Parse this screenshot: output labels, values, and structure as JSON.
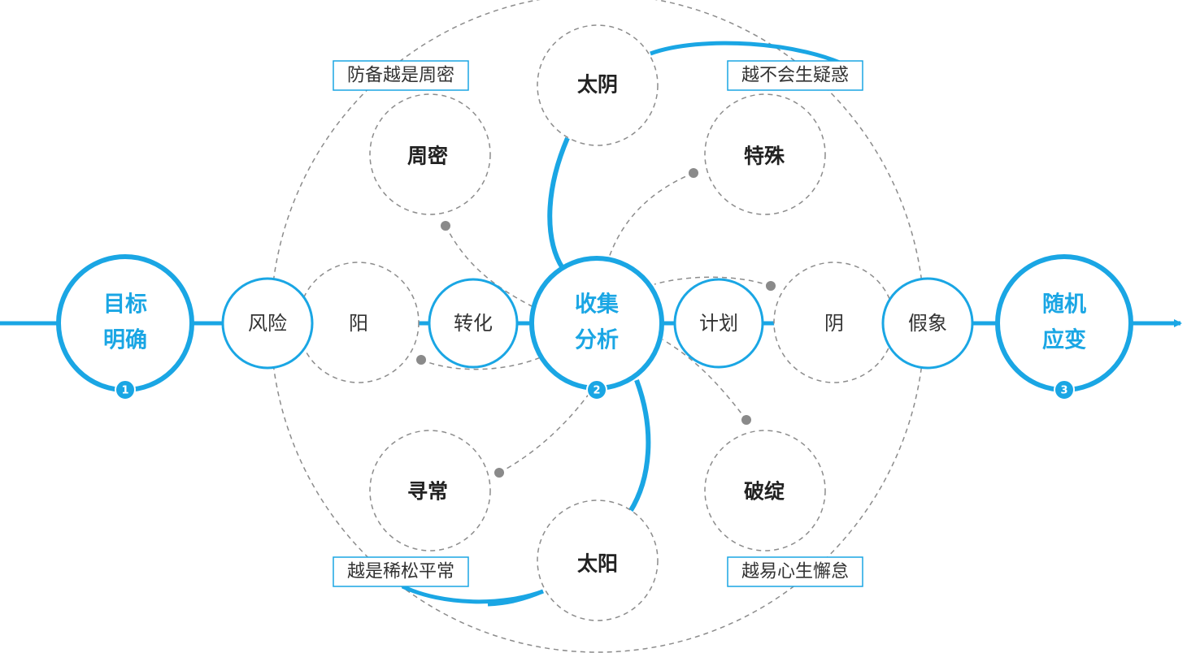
{
  "colors": {
    "accent": "#1aa6e4",
    "dashed": "#8c8c8c",
    "text": "#222222"
  },
  "stages": {
    "start": {
      "line1": "目标",
      "line2": "明确",
      "number": "1"
    },
    "center": {
      "line1": "收集",
      "line2": "分析",
      "number": "2"
    },
    "end": {
      "line1": "随机",
      "line2": "应变",
      "number": "3"
    }
  },
  "nodes": {
    "risk": "风险",
    "convert": "转化",
    "plan": "计划",
    "illusion": "假象"
  },
  "concepts": {
    "yang": "阳",
    "yin": "阴",
    "taiyin": "太阴",
    "taiyang": "太阳",
    "zhoumi": "周密",
    "teshu": "特殊",
    "xunchang": "寻常",
    "pozhan": "破绽"
  },
  "callouts": {
    "top_left": "防备越是周密",
    "top_right": "越不会生疑惑",
    "bottom_left": "越是稀松平常",
    "bottom_right": "越易心生懈怠"
  }
}
